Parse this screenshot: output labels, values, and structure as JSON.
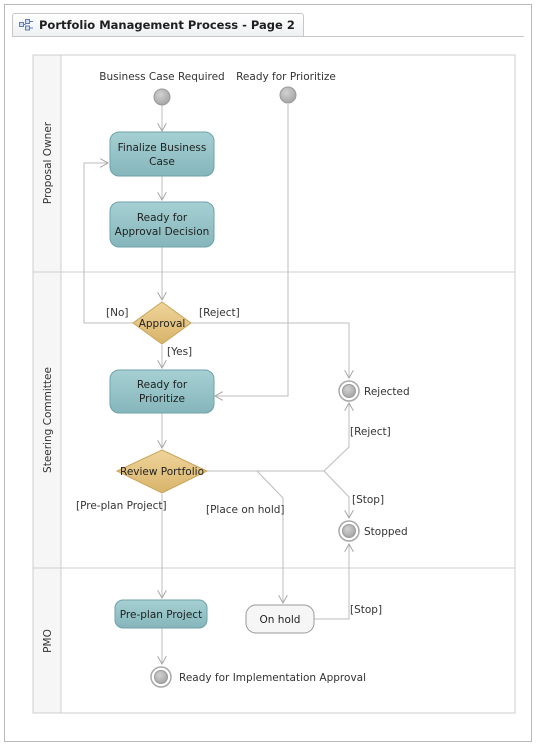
{
  "page": {
    "title": "Portfolio Management Process - Page 2",
    "tab_icon": "diagram-page-icon"
  },
  "lanes": [
    {
      "label": "Proposal Owner"
    },
    {
      "label": "Steering Committee"
    },
    {
      "label": "PMO"
    }
  ],
  "nodes": {
    "start_business_case": {
      "label": "Business Case Required"
    },
    "start_prioritize": {
      "label": "Ready for Prioritize"
    },
    "finalize_business_case": {
      "line1": "Finalize Business",
      "line2": "Case"
    },
    "ready_approval": {
      "line1": "Ready for",
      "line2": "Approval Decision"
    },
    "approval": {
      "label": "Approval"
    },
    "ready_prioritize": {
      "line1": "Ready for",
      "line2": "Prioritize"
    },
    "review_portfolio": {
      "label": "Review Portfolio"
    },
    "rejected": {
      "label": "Rejected"
    },
    "stopped": {
      "label": "Stopped"
    },
    "preplan_project": {
      "label": "Pre-plan Project"
    },
    "on_hold": {
      "label": "On hold"
    },
    "ready_impl": {
      "label": "Ready for Implementation Approval"
    }
  },
  "edges": {
    "no": "[No]",
    "reject_1": "[Reject]",
    "yes": "[Yes]",
    "reject_2": "[Reject]",
    "stop_1": "[Stop]",
    "preplan": "[Pre-plan Project]",
    "place_on_hold": "[Place on hold]",
    "stop_2": "[Stop]"
  },
  "colors": {
    "activity_fill": "#8fbfc3",
    "activity_stroke": "#6ea2a8",
    "decision_fill": "#e2c27e",
    "decision_stroke": "#c9a45a",
    "event_fill": "#b5b5b5",
    "line": "#bdbdbd"
  }
}
